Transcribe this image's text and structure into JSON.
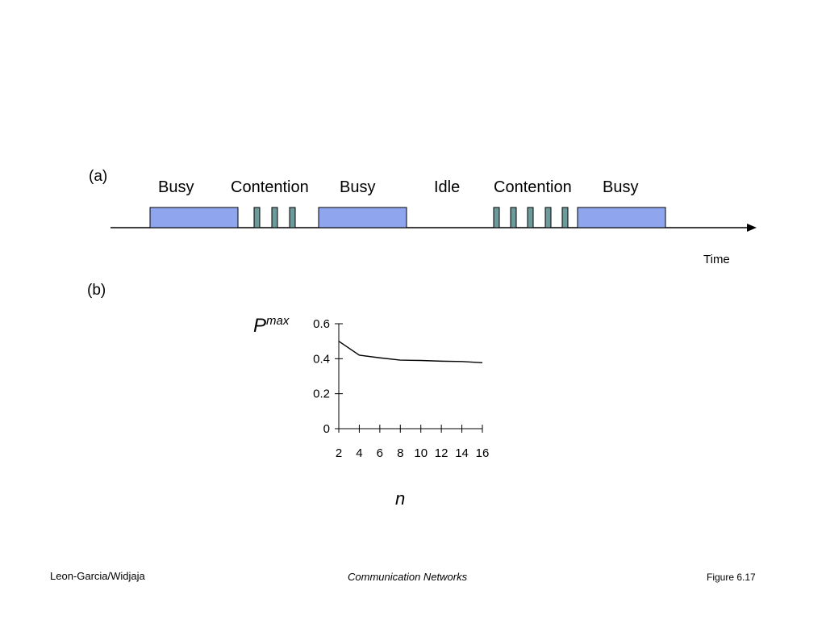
{
  "slide": {
    "part_a_label": "(a)",
    "part_b_label": "(b)",
    "timeline": {
      "segments": [
        {
          "label": "Busy",
          "type": "busy"
        },
        {
          "label": "Contention",
          "type": "contention",
          "slots": 3
        },
        {
          "label": "Busy",
          "type": "busy"
        },
        {
          "label": "Idle",
          "type": "idle"
        },
        {
          "label": "Contention",
          "type": "contention",
          "slots": 5
        },
        {
          "label": "Busy",
          "type": "busy"
        }
      ],
      "axis_label": "Time",
      "busy_color": "#8fa6ef",
      "slot_color": "#6d9a9a"
    },
    "footer": {
      "left": "Leon-Garcia/Widjaja",
      "center": "Communication Networks",
      "right": "Figure 6.17"
    }
  },
  "chart_data": {
    "type": "line",
    "x": [
      2,
      4,
      6,
      8,
      10,
      12,
      14,
      16
    ],
    "y": [
      0.5,
      0.42,
      0.405,
      0.392,
      0.39,
      0.386,
      0.384,
      0.377
    ],
    "xticks": [
      "2",
      "4",
      "6",
      "8",
      "10",
      "12",
      "14",
      "16"
    ],
    "yticks": [
      "0",
      "0.2",
      "0.4",
      "0.6"
    ],
    "ylabel_main": "P",
    "ylabel_sub": "max",
    "xlabel": "n",
    "xlim": [
      2,
      16
    ],
    "ylim": [
      0,
      0.6
    ]
  }
}
